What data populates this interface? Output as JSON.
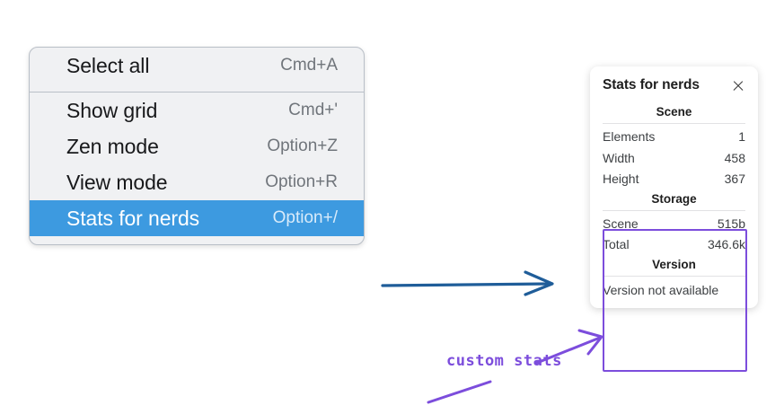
{
  "context_menu": {
    "groups": [
      {
        "items": [
          {
            "label": "Select all",
            "shortcut": "Cmd+A",
            "selected": false
          }
        ]
      },
      {
        "items": [
          {
            "label": "Show grid",
            "shortcut": "Cmd+'",
            "selected": false
          },
          {
            "label": "Zen mode",
            "shortcut": "Option+Z",
            "selected": false
          },
          {
            "label": "View mode",
            "shortcut": "Option+R",
            "selected": false
          },
          {
            "label": "Stats for nerds",
            "shortcut": "Option+/",
            "selected": true
          }
        ]
      }
    ]
  },
  "stats_panel": {
    "title": "Stats for nerds",
    "close_icon": "close-icon",
    "sections": [
      {
        "title": "Scene",
        "rows": [
          {
            "key": "Elements",
            "value": "1"
          },
          {
            "key": "Width",
            "value": "458"
          },
          {
            "key": "Height",
            "value": "367"
          }
        ]
      },
      {
        "title": "Storage",
        "rows": [
          {
            "key": "Scene",
            "value": "515b"
          },
          {
            "key": "Total",
            "value": "346.6k"
          }
        ]
      },
      {
        "title": "Version",
        "note": "Version not available"
      }
    ]
  },
  "annotations": {
    "handwritten_label": "custom stats",
    "colors": {
      "menu_highlight": "#3d9ae0",
      "blue_arrow": "#1f5d99",
      "purple_annotation": "#7c4ddc"
    }
  }
}
